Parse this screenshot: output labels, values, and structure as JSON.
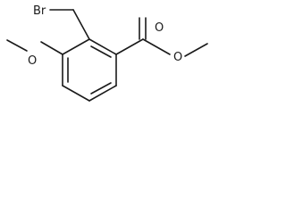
{
  "diagram": {
    "type": "chemical-structure",
    "atom_labels": {
      "bromine": "Br",
      "methoxy_oxygen": "O",
      "carbonyl_oxygen": "O",
      "ester_oxygen": "O"
    }
  }
}
